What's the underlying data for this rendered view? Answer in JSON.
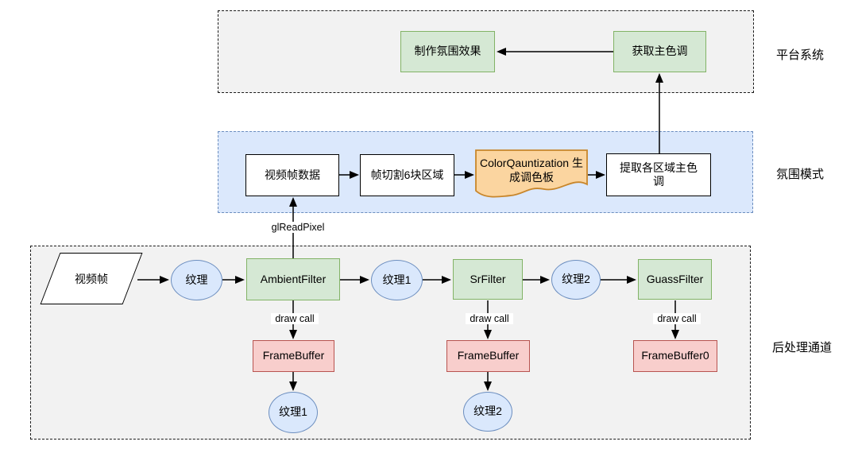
{
  "palette": {
    "green_fill": "#d5e8d4",
    "green_stroke": "#82b366",
    "blue_fill": "#dae8fc",
    "blue_stroke": "#6c8ebf",
    "red_fill": "#f8cecc",
    "red_stroke": "#b85450",
    "orange_fill": "#fbd5a0",
    "orange_stroke": "#c8862b",
    "lane_gray_fill": "#f2f2f2",
    "lane_blue_fill": "#dbe8fc"
  },
  "lanes": {
    "platform": {
      "label": "平台系统"
    },
    "ambience": {
      "label": "氛围模式"
    },
    "postprocess": {
      "label": "后处理通道"
    }
  },
  "nodes": {
    "make_effect": "制作氛围效果",
    "get_color": "获取主色调",
    "video_frame_data": "视频帧数据",
    "frame_split": "帧切割6块区域",
    "quantization": "ColorQauntization 生成调色板",
    "extract": "提取各区域主色调",
    "video_frame": "视频帧",
    "texture": "纹理",
    "ambient_filter": "AmbientFilter",
    "texture1": "纹理1",
    "sr_filter": "SrFilter",
    "texture2": "纹理2",
    "guass_filter": "GuassFilter",
    "frame_buffer": "FrameBuffer",
    "frame_buffer0": "FrameBuffer0"
  },
  "edge_labels": {
    "gl_read_pixel": "glReadPixel",
    "draw_call": "draw call"
  }
}
